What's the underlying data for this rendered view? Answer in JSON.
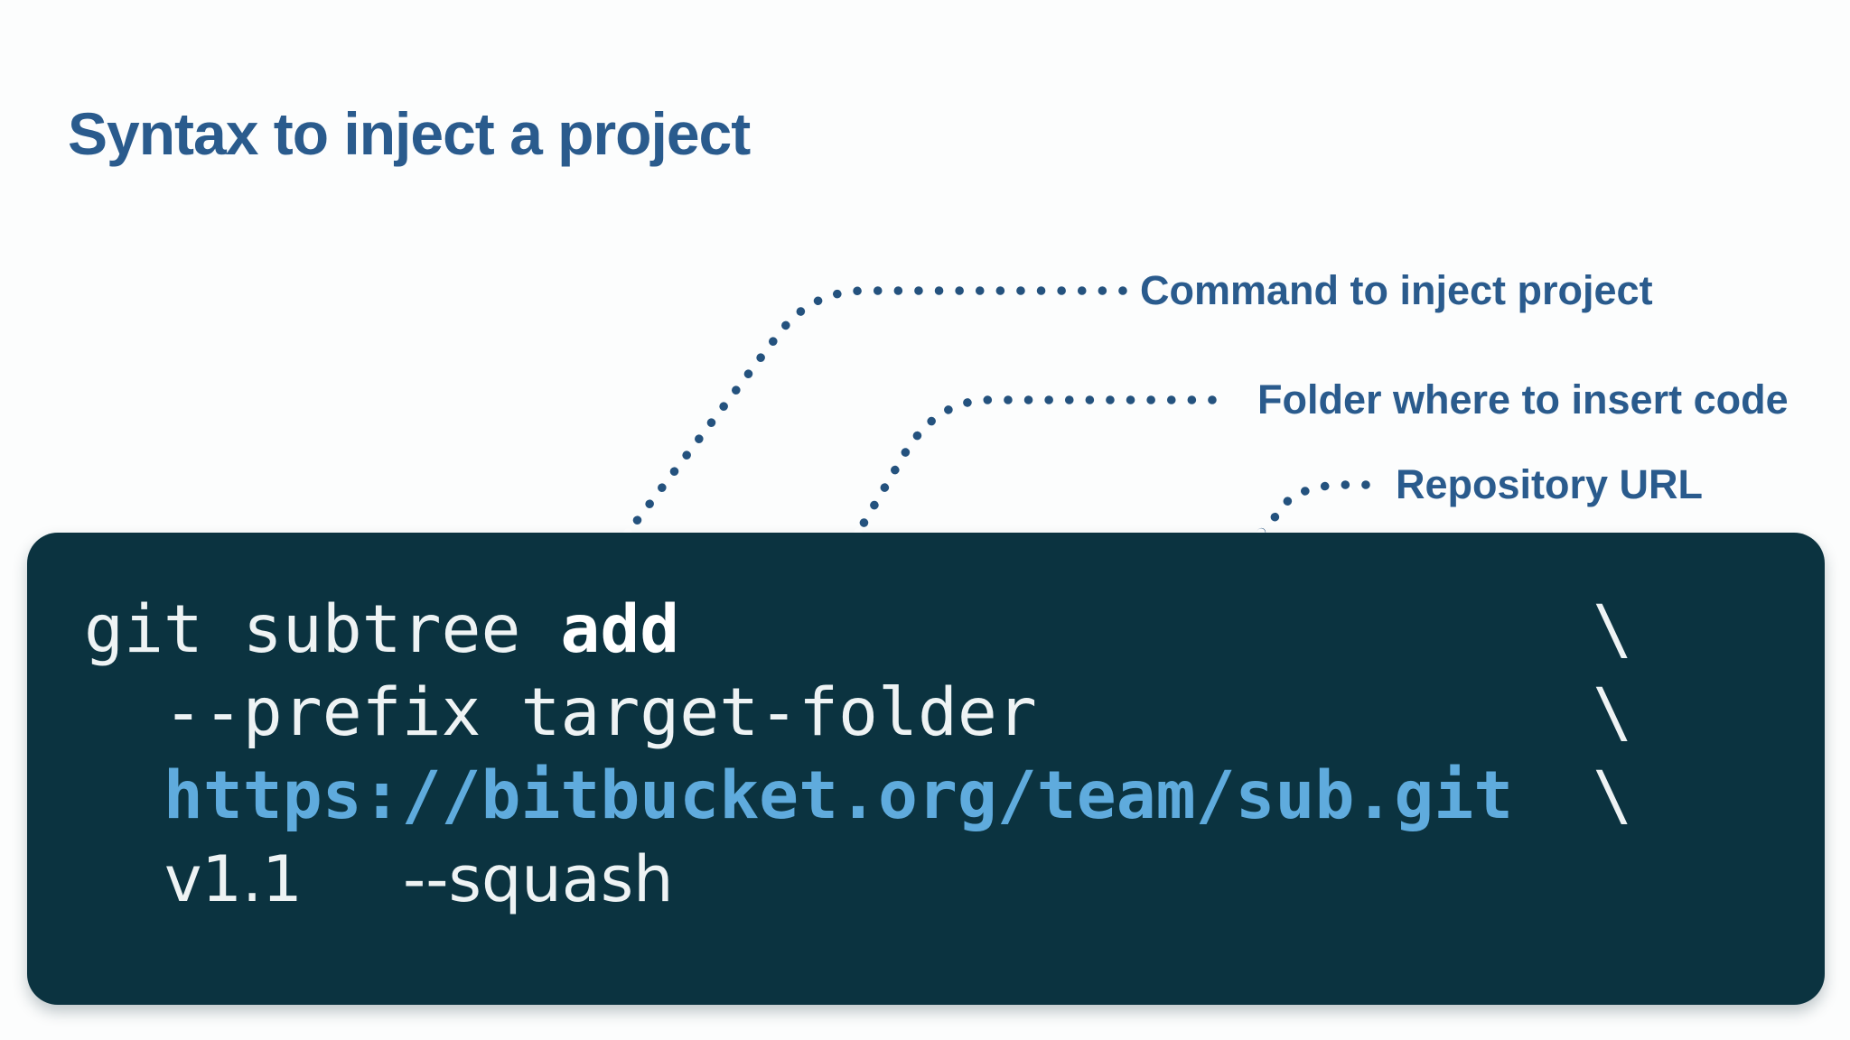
{
  "page": {
    "title": "Syntax to inject a project"
  },
  "annotations": [
    {
      "id": "command",
      "label": "Command to inject project",
      "points_to": "add"
    },
    {
      "id": "folder",
      "label": "Folder where to insert code",
      "points_to": "target-folder"
    },
    {
      "id": "repo",
      "label": "Repository URL",
      "points_to": "https://bitbucket.org/team/sub.git"
    }
  ],
  "code_block": {
    "command_full": "git subtree add --prefix target-folder https://bitbucket.org/team/sub.git v1.1 --squash",
    "lines": [
      {
        "font": "mono",
        "segments": [
          {
            "style": "code",
            "text": "git subtree "
          },
          {
            "style": "code-bold",
            "text": "add"
          },
          {
            "style": "code",
            "text": "                       \\"
          }
        ]
      },
      {
        "font": "mono",
        "segments": [
          {
            "style": "code",
            "text": "  --prefix target-folder              \\"
          }
        ]
      },
      {
        "font": "mono",
        "segments": [
          {
            "style": "code",
            "text": "  "
          },
          {
            "style": "url",
            "text": "https://bitbucket.org/team/sub.git"
          },
          {
            "style": "code",
            "text": "  \\"
          }
        ]
      },
      {
        "font": "sans",
        "segments": [
          {
            "style": "code",
            "text": "    v1.1     --squash"
          }
        ]
      }
    ]
  },
  "colors": {
    "page_bg": "#fcfdfd",
    "heading_blue": "#2a5b8d",
    "code_bg": "#0b3340",
    "code_text": "#eef3f4",
    "url_blue": "#5fabdd",
    "leader_blue": "#24527e",
    "leader_white": "#ffffff"
  }
}
